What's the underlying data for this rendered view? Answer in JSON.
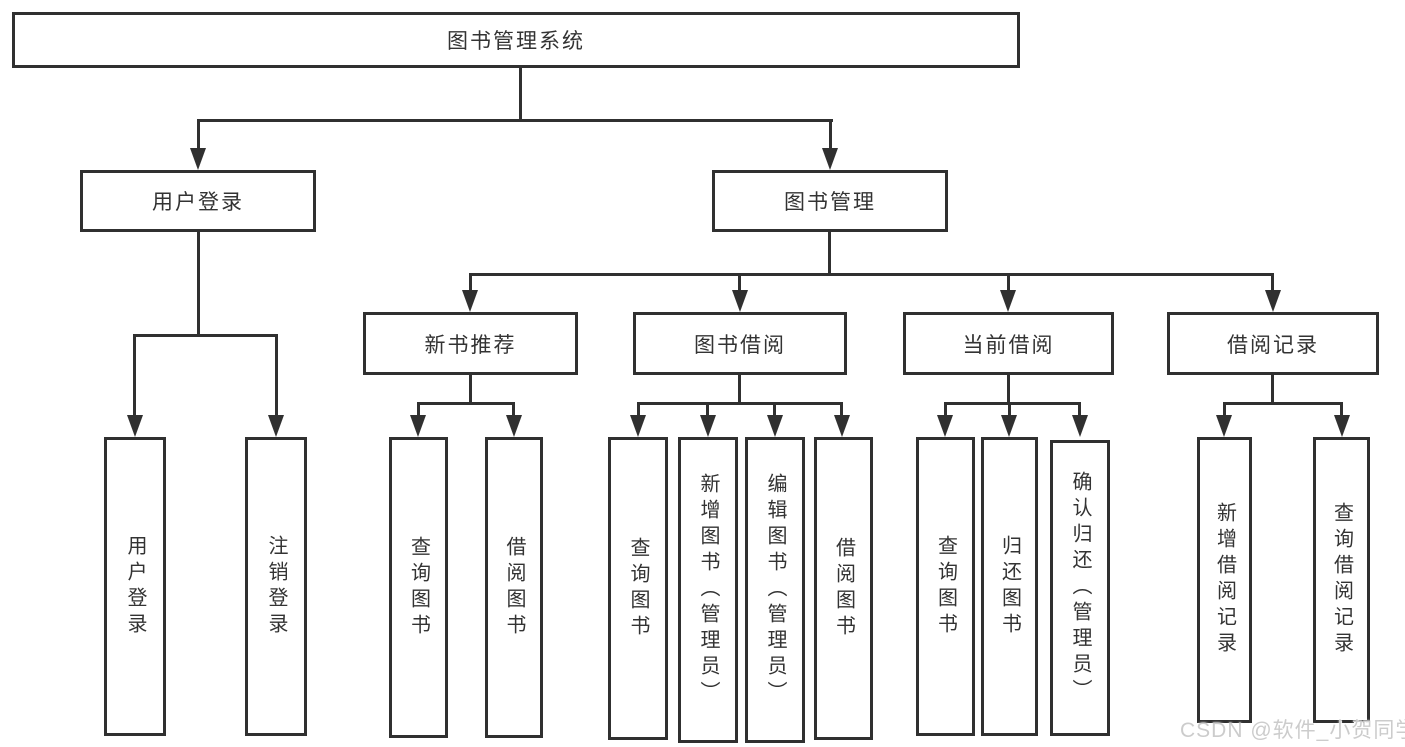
{
  "diagram_title": "图书管理系统",
  "tree": {
    "label": "图书管理系统",
    "children": [
      {
        "label": "用户登录",
        "children": [
          {
            "label": "用户登录"
          },
          {
            "label": "注销登录"
          }
        ]
      },
      {
        "label": "图书管理",
        "children": [
          {
            "label": "新书推荐",
            "children": [
              {
                "label": "查询图书"
              },
              {
                "label": "借阅图书"
              }
            ]
          },
          {
            "label": "图书借阅",
            "children": [
              {
                "label": "查询图书"
              },
              {
                "label": "新增图书（管理员）"
              },
              {
                "label": "编辑图书（管理员）"
              },
              {
                "label": "借阅图书"
              }
            ]
          },
          {
            "label": "当前借阅",
            "children": [
              {
                "label": "查询图书"
              },
              {
                "label": "归还图书"
              },
              {
                "label": "确认归还（管理员）"
              }
            ]
          },
          {
            "label": "借阅记录",
            "children": [
              {
                "label": "新增借阅记录"
              },
              {
                "label": "查询借阅记录"
              }
            ]
          }
        ]
      }
    ]
  },
  "watermark": "CSDN @软件_小贺同学",
  "colors": {
    "line": "#303030",
    "text": "#333333",
    "background": "#ffffff",
    "watermark": "#cccccc"
  }
}
